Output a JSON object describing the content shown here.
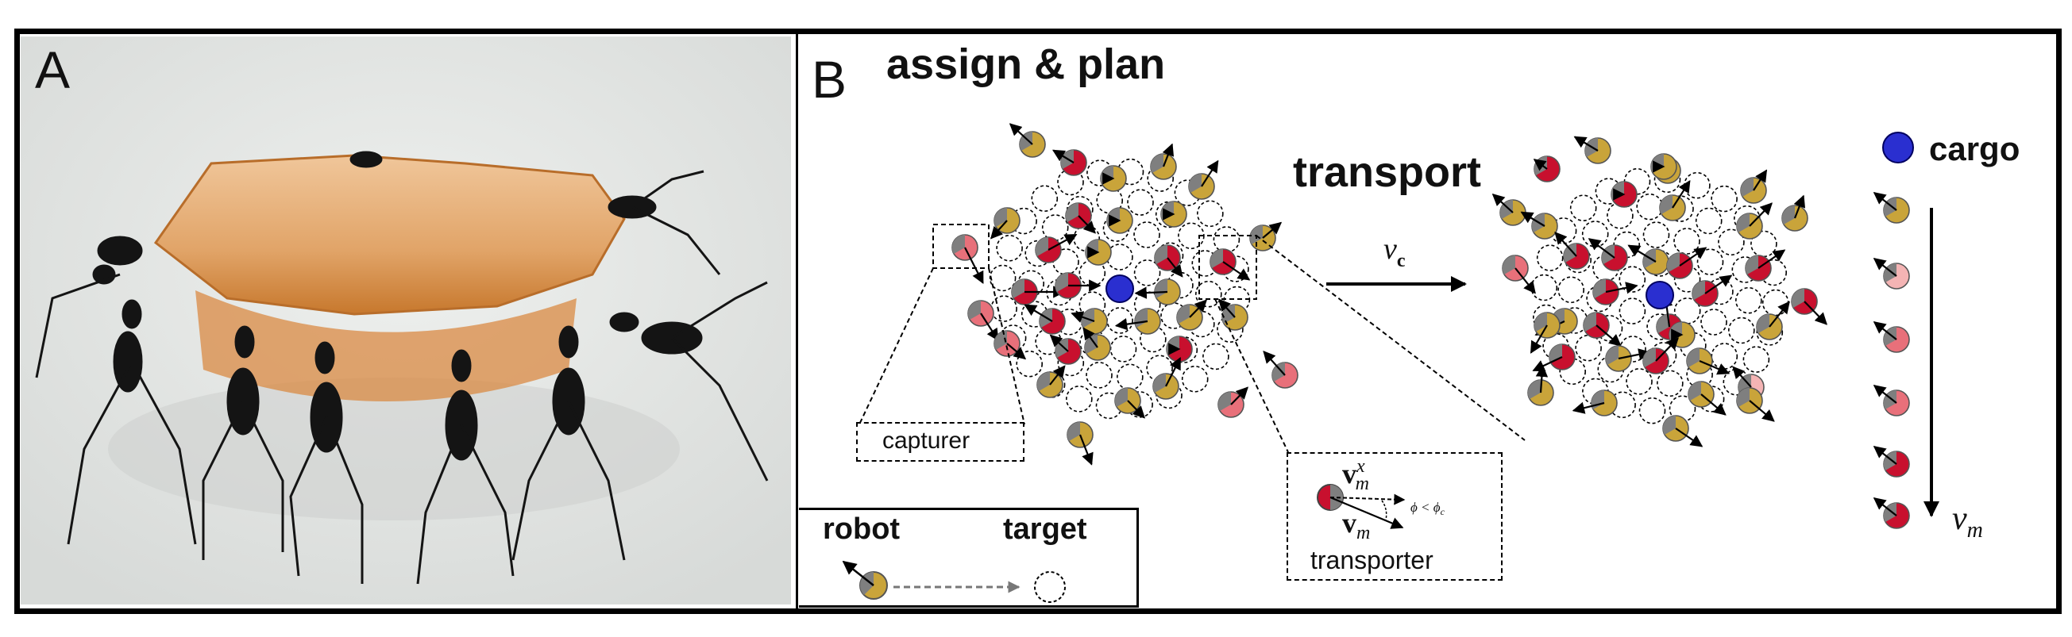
{
  "panels": {
    "a_label": "A",
    "b_label": "B"
  },
  "headings": {
    "assign_plan": "assign & plan",
    "transport": "transport",
    "cargo": "cargo"
  },
  "labels": {
    "capturer": "capturer",
    "transporter": "transporter",
    "legend_robot": "robot",
    "legend_target": "target"
  },
  "math": {
    "v_c": "v",
    "v_c_sub": "c",
    "v_m": "v",
    "v_m_sub": "m",
    "vxm": "v",
    "vxm_sup": "x",
    "vxm_sub": "m",
    "vm_small": "v",
    "vm_small_sub": "m",
    "phi_condition": "ϕ < ϕ",
    "phi_sub": "c"
  },
  "colors": {
    "gold": "#c9a43a",
    "gray": "#7f7f7f",
    "red": "#c8102e",
    "light_red": "#e8707a",
    "pale_red": "#f4b4b4",
    "cargo_blue": "#2a2fd0",
    "cargo_stroke": "#000060",
    "photo_bg": "#e9ecea",
    "food": "#e3a466"
  },
  "icons": {
    "photo": "ants-carrying-food-photo",
    "robot": "robot-disk-icon",
    "target": "dashed-target-circle-icon",
    "cargo": "cargo-blue-disk-icon"
  }
}
